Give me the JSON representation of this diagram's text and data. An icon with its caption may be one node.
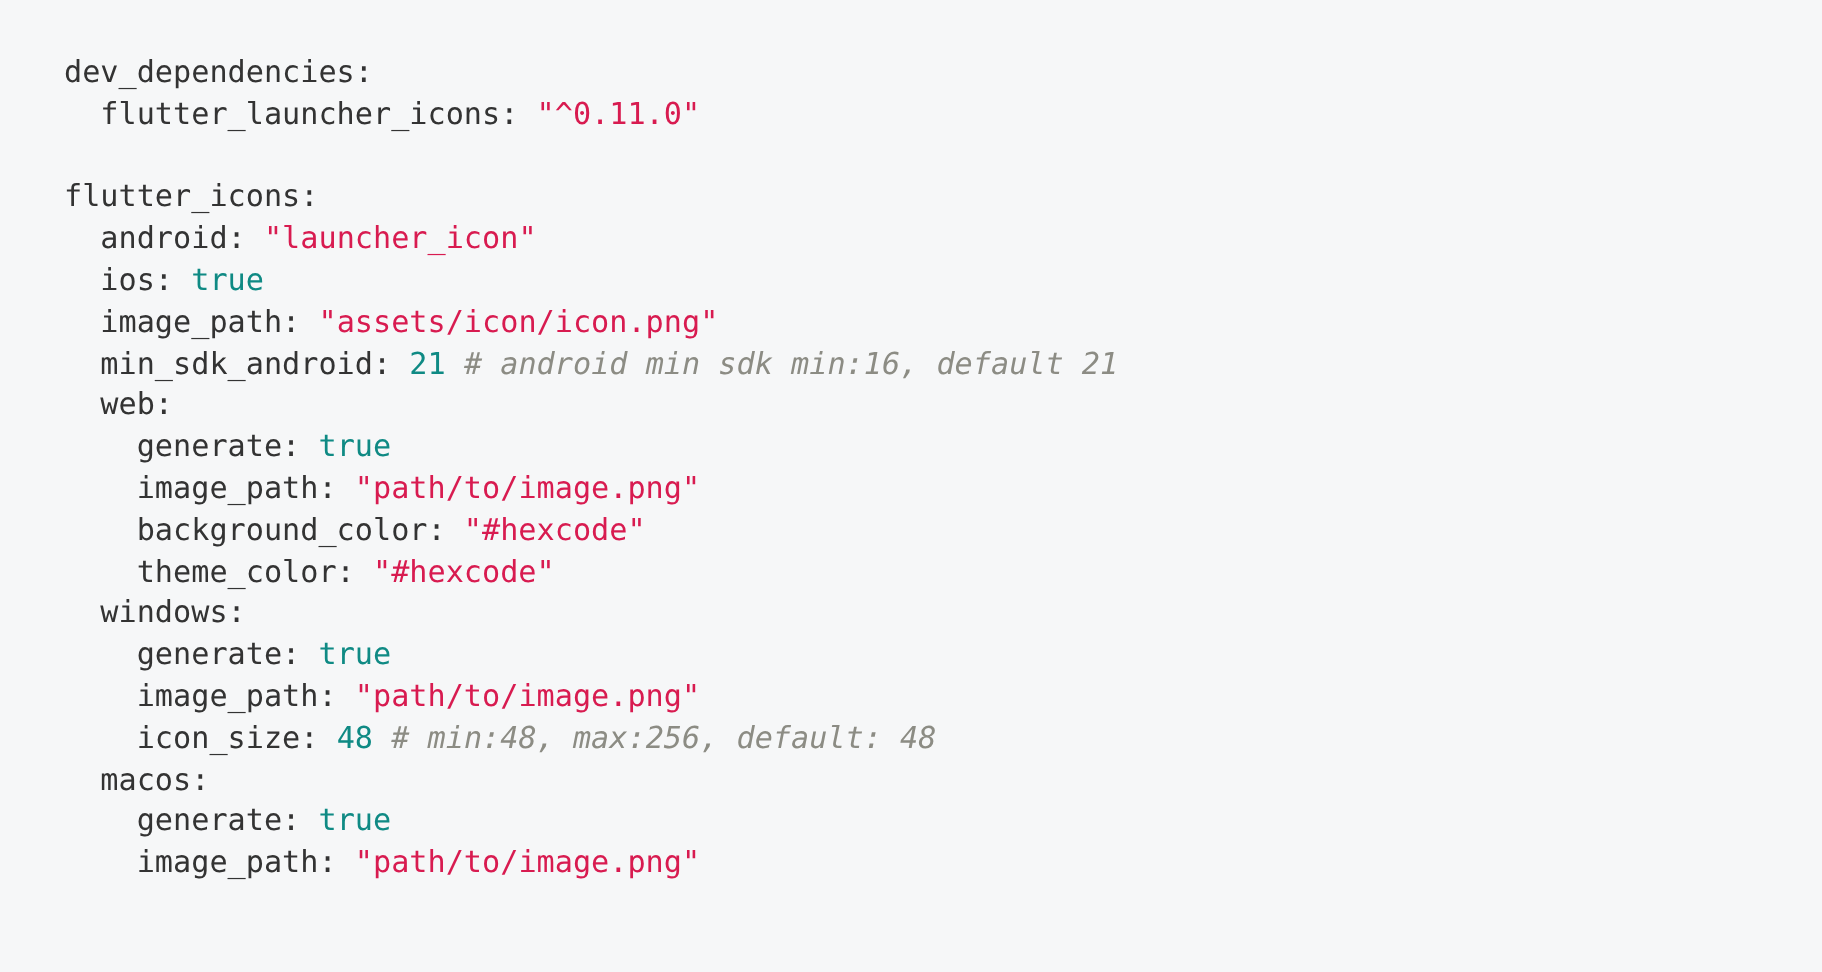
{
  "diagram": {
    "labels": [
      "dev_dependencies:",
      "  flutter_launcher_icons: \"^0.11.0\"",
      "flutter_icons:",
      "  android: \"launcher_icon\"",
      "  ios: true",
      "  image_path: \"assets/icon/icon.png\"",
      "  min_sdk_android: 21 # android min sdk min:16, default 21",
      "  web:",
      "    generate: true",
      "    image_path: \"path/to/image.png\"",
      "    background_color: \"#hexcode\"",
      "    theme_color: \"#hexcode\"",
      "  windows:",
      "    generate: true",
      "    image_path: \"path/to/image.png\"",
      "    icon_size: 48 # min:48, max:256, default: 48",
      "  macos:",
      "    generate: true",
      "    image_path: \"path/to/image.png\""
    ]
  }
}
